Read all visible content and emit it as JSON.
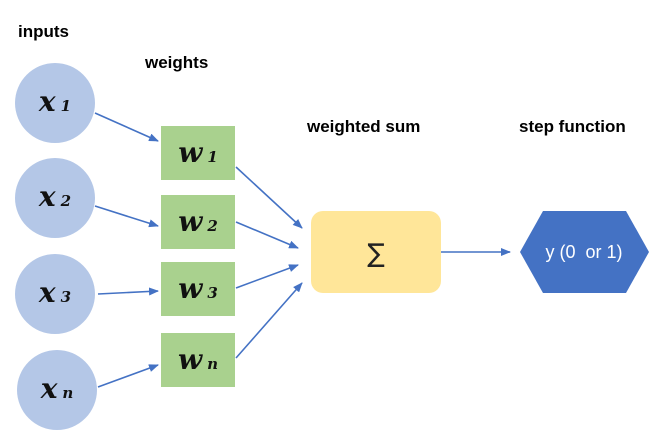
{
  "headers": {
    "inputs": "inputs",
    "weights": "weights",
    "weighted_sum": "weighted sum",
    "step_function": "step function"
  },
  "inputs": [
    {
      "symbol": "x",
      "subscript": "1"
    },
    {
      "symbol": "x",
      "subscript": "2"
    },
    {
      "symbol": "x",
      "subscript": "3"
    },
    {
      "symbol": "x",
      "subscript": "n"
    }
  ],
  "weights": [
    {
      "symbol": "w",
      "subscript": "1"
    },
    {
      "symbol": "w",
      "subscript": "2"
    },
    {
      "symbol": "w",
      "subscript": "3"
    },
    {
      "symbol": "w",
      "subscript": "n"
    }
  ],
  "sum_node": {
    "symbol": "∑"
  },
  "output_node": {
    "label": "y (0  or 1)"
  },
  "colors": {
    "input_fill": "#b4c7e7",
    "weight_fill": "#a9d18e",
    "sum_fill": "#ffe699",
    "output_fill": "#4472c4",
    "arrow": "#4472c4"
  }
}
